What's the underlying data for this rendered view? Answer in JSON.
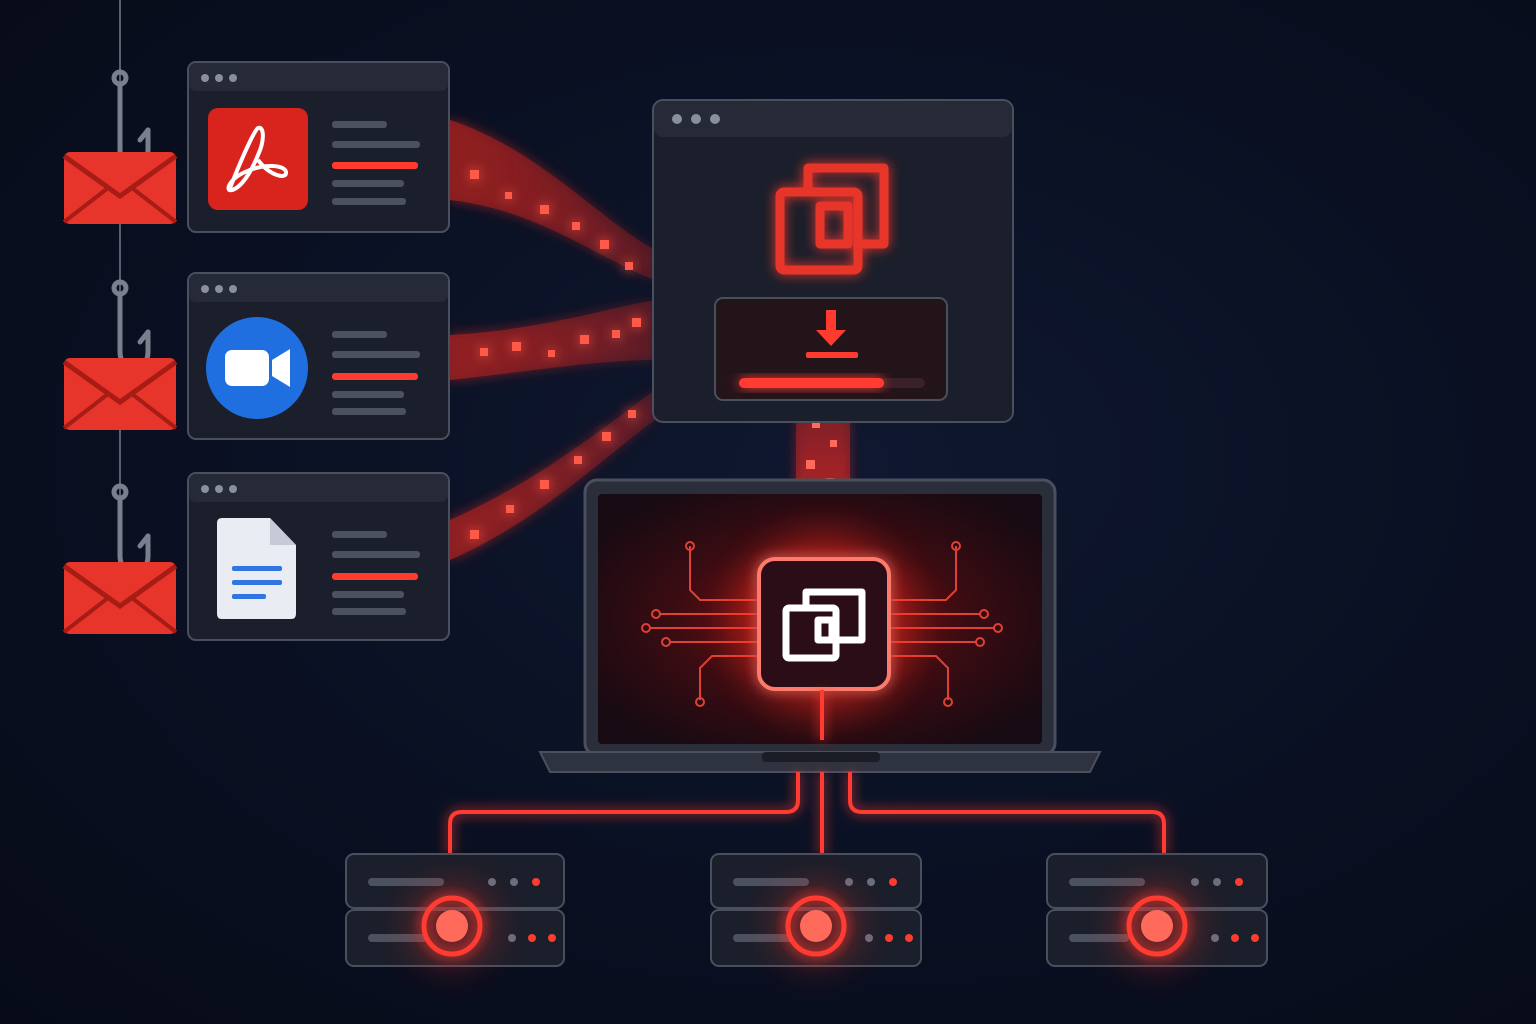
{
  "palette": {
    "background": "#0a1022",
    "accent_red": "#ff3b30",
    "glow_red": "#ff2a1f",
    "panel": "#1b1f2b",
    "panel_border": "#4a4f5e",
    "pdf_red": "#d9231d",
    "video_blue": "#1f6fe0",
    "doc_blue": "#2f76e0"
  },
  "lures": [
    {
      "kind": "pdf-document",
      "icon": "pdf-icon",
      "lure_icon": "phishing-email-icon",
      "hook_icon": "fish-hook-icon"
    },
    {
      "kind": "video-meeting",
      "icon": "video-camera-icon",
      "lure_icon": "phishing-email-icon",
      "hook_icon": "fish-hook-icon"
    },
    {
      "kind": "text-document",
      "icon": "document-icon",
      "lure_icon": "phishing-email-icon",
      "hook_icon": "fish-hook-icon"
    }
  ],
  "payload_window": {
    "icon": "overlapping-squares-icon",
    "download_icon": "download-icon",
    "download_progress": 0.78
  },
  "infected_device": {
    "icon": "overlapping-squares-chip-icon",
    "device": "laptop-icon"
  },
  "servers": [
    {
      "icon": "server-icon",
      "status": "compromised"
    },
    {
      "icon": "server-icon",
      "status": "compromised"
    },
    {
      "icon": "server-icon",
      "status": "compromised"
    }
  ]
}
